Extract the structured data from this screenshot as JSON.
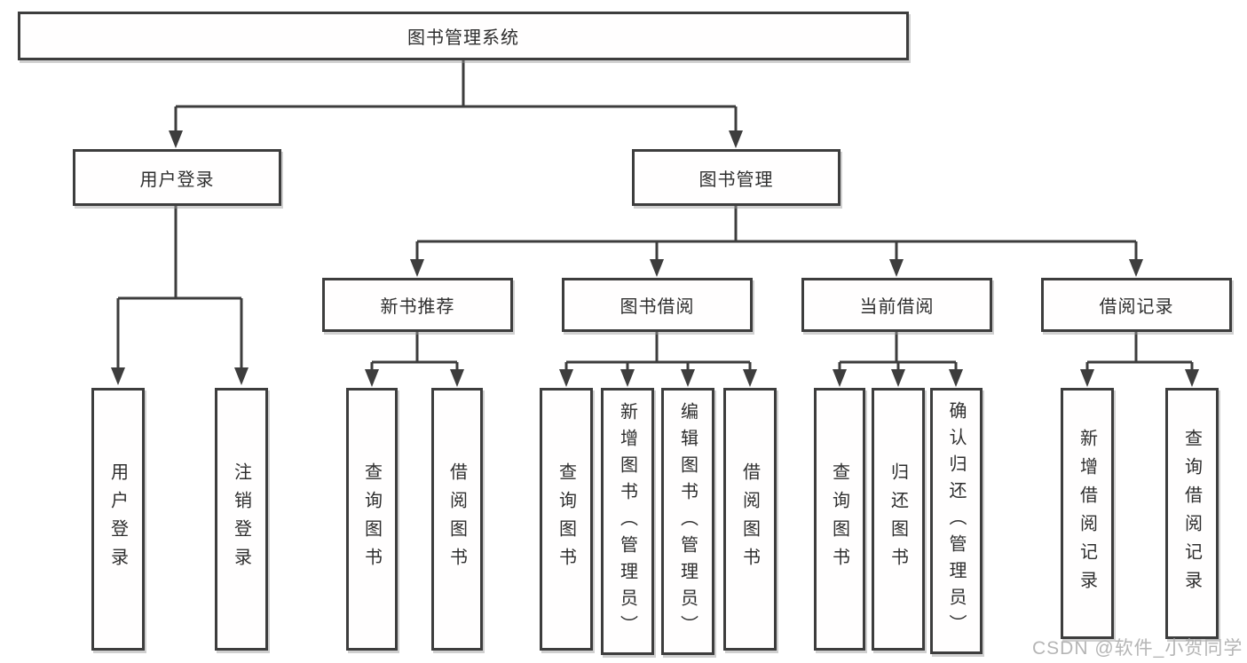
{
  "watermark": "CSDN @软件_小贺同学",
  "tree": {
    "root": "图书管理系统",
    "branches": [
      {
        "label": "用户登录",
        "children": [
          "用户登录",
          "注销登录"
        ]
      },
      {
        "label": "图书管理",
        "groups": [
          {
            "label": "新书推荐",
            "children": [
              "查询图书",
              "借阅图书"
            ]
          },
          {
            "label": "图书借阅",
            "children": [
              "查询图书",
              "新增图书（管理员）",
              "编辑图书（管理员）",
              "借阅图书"
            ]
          },
          {
            "label": "当前借阅",
            "children": [
              "查询图书",
              "归还图书",
              "确认归还（管理员）"
            ]
          },
          {
            "label": "借阅记录",
            "children": [
              "新增借阅记录",
              "查询借阅记录"
            ]
          }
        ]
      }
    ]
  },
  "colors": {
    "line": "#3d3d3d",
    "text": "#2e2e2e",
    "watermark": "#b5b5b5",
    "box_fill": "#fffefe"
  }
}
